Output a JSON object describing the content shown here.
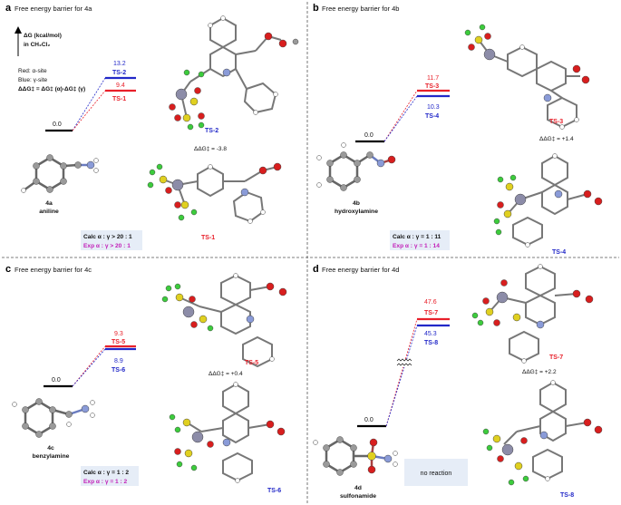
{
  "panels": {
    "a": {
      "letter": "a",
      "title": "Free energy barrier for 4a",
      "axis_label": "ΔG (kcal/mol)",
      "axis_solvent": "in CH₂Cl₂",
      "legend_red": "Red: α-site",
      "legend_blue": "Blue: γ-site",
      "legend_formula": "ΔΔG‡ = ΔG‡ (α)-ΔG‡ (γ)",
      "ref_value": "0.0",
      "ts_top_value": "13.2",
      "ts_top_label": "TS-2",
      "ts_bottom_value": "9.4",
      "ts_bottom_label": "TS-1",
      "ddg": "ΔΔG‡ = -3.8",
      "mol_code": "4a",
      "mol_name": "aniline",
      "calc": "Calc α : γ > 20 : 1",
      "exp": "Exp α : γ > 20 : 1",
      "struct_top_label": "TS-2",
      "struct_bottom_label": "TS-1"
    },
    "b": {
      "letter": "b",
      "title": "Free energy barrier for 4b",
      "ref_value": "0.0",
      "ts_top_value": "11.7",
      "ts_top_label": "TS-3",
      "ts_bottom_value": "10.3",
      "ts_bottom_label": "TS-4",
      "ddg": "ΔΔG‡ = +1.4",
      "mol_code": "4b",
      "mol_name": "hydroxylamine",
      "calc": "Calc α : γ = 1 : 11",
      "exp": "Exp α : γ = 1 : 14",
      "struct_top_label": "TS-3",
      "struct_bottom_label": "TS-4"
    },
    "c": {
      "letter": "c",
      "title": "Free energy barrier for 4c",
      "ref_value": "0.0",
      "ts_top_value": "9.3",
      "ts_top_label": "TS-5",
      "ts_bottom_value": "8.9",
      "ts_bottom_label": "TS-6",
      "ddg": "ΔΔG‡ = +0.4",
      "mol_code": "4c",
      "mol_name": "benzylamine",
      "calc": "Calc α : γ = 1 : 2",
      "exp": "Exp α : γ = 1 : 2",
      "struct_top_label": "TS-5",
      "struct_bottom_label": "TS-6"
    },
    "d": {
      "letter": "d",
      "title": "Free energy barrier for 4d",
      "ref_value": "0.0",
      "ts_top_value": "47.6",
      "ts_top_label": "TS-7",
      "ts_bottom_value": "45.3",
      "ts_bottom_label": "TS-8",
      "ddg": "ΔΔG‡ = +2.2",
      "mol_code": "4d",
      "mol_name": "sulfonamide",
      "no_reaction": "no reaction",
      "struct_top_label": "TS-7",
      "struct_bottom_label": "TS-8"
    }
  },
  "colors": {
    "alpha_red": "#e8202a",
    "gamma_blue": "#2228c8",
    "calc_black": "#111111",
    "exp_magenta": "#c21fb8",
    "ratio_box": "#e6edf7",
    "carbon": "#9a9a9a",
    "hydrogen": "#ffffff",
    "nitrogen": "#8a9bd8",
    "oxygen": "#d81e1e",
    "fluorine": "#3ccc3c",
    "sulfur": "#e0d020",
    "zinc": "#8c8ca8"
  }
}
